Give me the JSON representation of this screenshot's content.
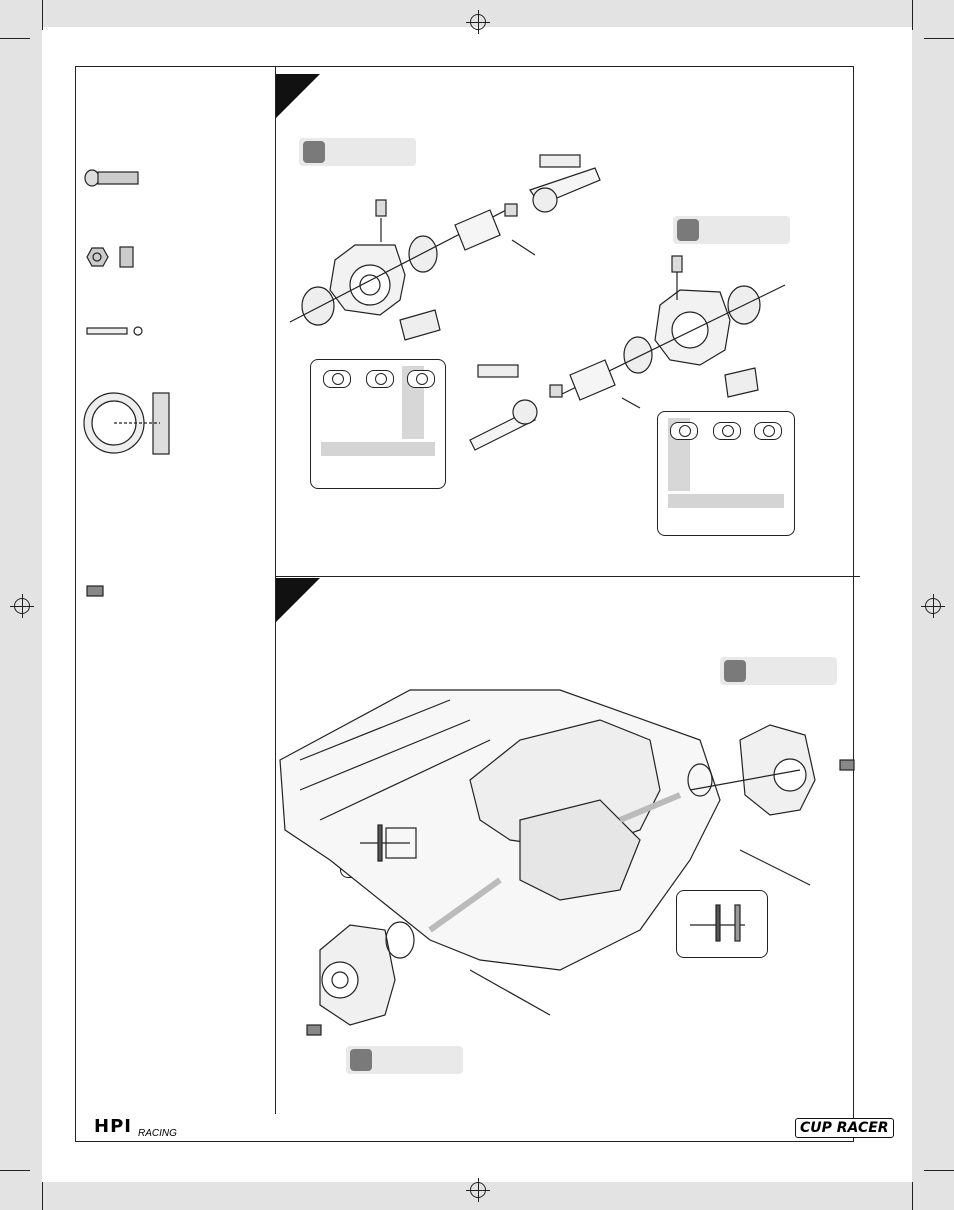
{
  "page": {
    "background": "#e3e3e3",
    "accent": "#111111",
    "pill_color": "#e9e9e9",
    "pill_dot_color": "#7a7a7a",
    "shade_color": "#d4d4d4"
  },
  "icons": {
    "registration_marks": "crosshair-circle",
    "parts": [
      "ball-stud-icon",
      "lock-nut-icon",
      "pin-icon",
      "ball-bearing-icon",
      "set-screw-icon"
    ]
  },
  "step1": {
    "label_left": "",
    "label_right": "",
    "callout_left_bar": "",
    "callout_right_bar": ""
  },
  "step2": {
    "label_top": "",
    "label_bottom": ""
  },
  "footer": {
    "logo_left": "HPI",
    "logo_left_sub": "RACING",
    "logo_right": "CUP RACER"
  }
}
